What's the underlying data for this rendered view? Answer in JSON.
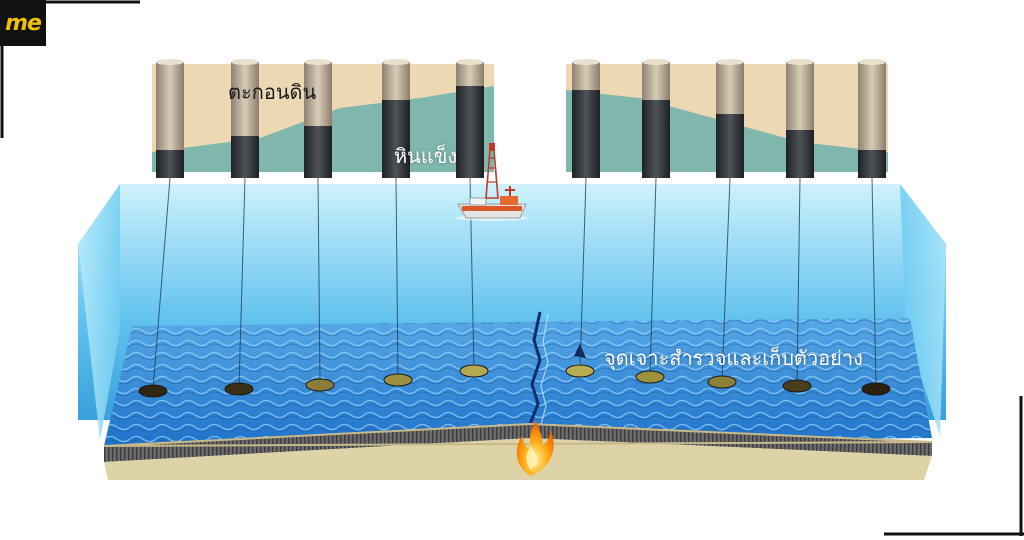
{
  "logo": {
    "text": "me",
    "bg_color": "#111111",
    "text_color": "#f2c200"
  },
  "labels": {
    "sediment": "ตะกอนดิน",
    "hard_rock": "หินแข็ง",
    "drill_sites": "จุดเจาะสำรวจและเก็บตัวอย่าง"
  },
  "colors": {
    "sediment_band": "#ecd9b4",
    "rock_band": "#7fb7ad",
    "water": "#64c4ee",
    "seafloor": "#2e7fd0",
    "crust": "#5f5f5f",
    "sand": "#ded3a6",
    "ridge_fire": "#ffa21a"
  },
  "icons": [
    "ridge-fire-icon",
    "drilling-ship-icon"
  ]
}
